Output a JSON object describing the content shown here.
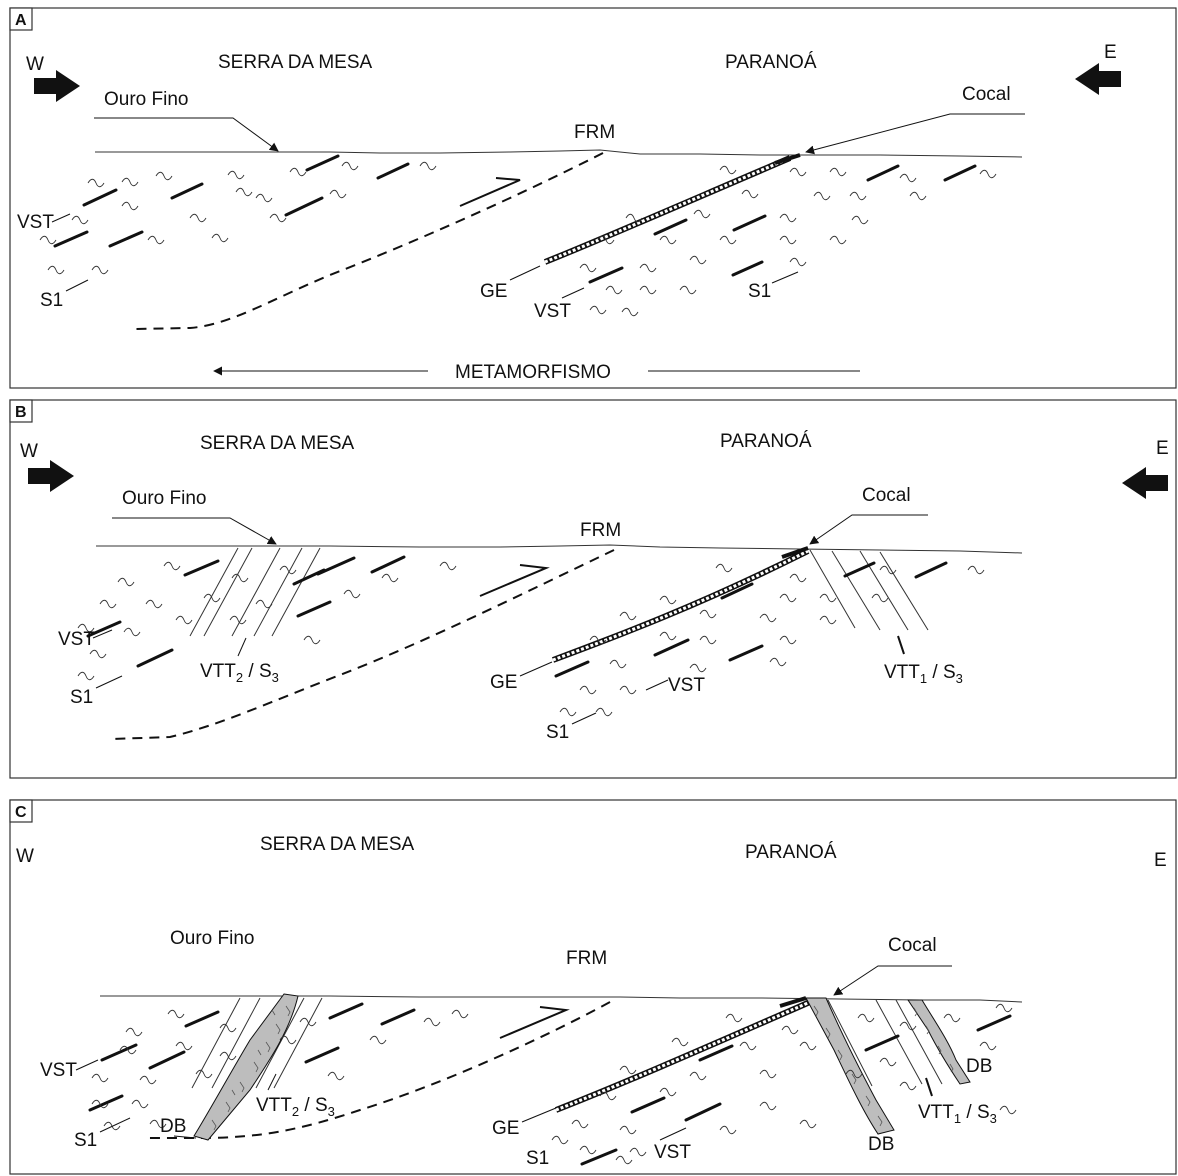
{
  "panels": [
    {
      "id": "A",
      "west": "W",
      "east": "E",
      "domain_west": "SERRA DA MESA",
      "domain_east": "PARANOÁ",
      "deposit_west": "Ouro Fino",
      "deposit_east": "Cocal",
      "fault": "FRM",
      "labels": {
        "vst_w": "VST",
        "s1_w": "S1",
        "ge": "GE",
        "vst_e": "VST",
        "s1_e": "S1"
      },
      "metamorphism": "METAMORFISMO"
    },
    {
      "id": "B",
      "west": "W",
      "east": "E",
      "domain_west": "SERRA DA MESA",
      "domain_east": "PARANOÁ",
      "deposit_west": "Ouro Fino",
      "deposit_east": "Cocal",
      "fault": "FRM",
      "labels": {
        "vst_w": "VST",
        "s1_w": "S1",
        "vtt2": "VTT",
        "vtt2_sub": "2",
        "vtt2_tail": " / S",
        "vtt2_sub2": "3",
        "ge": "GE",
        "vst_e": "VST",
        "s1_e": "S1",
        "vtt1": "VTT",
        "vtt1_sub": "1",
        "vtt1_tail": " / S",
        "vtt1_sub2": "3"
      }
    },
    {
      "id": "C",
      "west": "W",
      "east": "E",
      "domain_west": "SERRA DA MESA",
      "domain_east": "PARANOÁ",
      "deposit_west": "Ouro Fino",
      "deposit_east": "Cocal",
      "fault": "FRM",
      "labels": {
        "vst_w": "VST",
        "s1_w": "S1",
        "db_w": "DB",
        "vtt2": "VTT",
        "vtt2_sub": "2",
        "vtt2_tail": " / S",
        "vtt2_sub2": "3",
        "ge": "GE",
        "s1_e": "S1",
        "vst_e": "VST",
        "db_e": "DB",
        "db_e2": "DB",
        "vtt1": "VTT",
        "vtt1_sub": "1",
        "vtt1_tail": " / S",
        "vtt1_sub2": "3"
      }
    }
  ],
  "colors": {
    "line": "#111111",
    "dike_fill": "#bdbdbd",
    "frame": "#333333"
  }
}
